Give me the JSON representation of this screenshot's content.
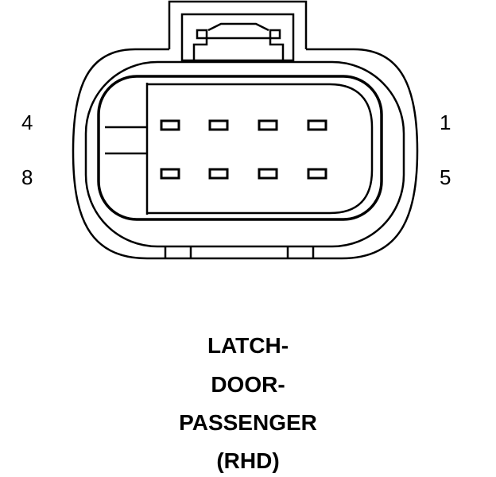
{
  "connector": {
    "pin_labels": {
      "top_left": "4",
      "bottom_left": "8",
      "top_right": "1",
      "bottom_right": "5"
    },
    "cavity_count": 8,
    "cavity_rows": 2,
    "cavity_columns": 4
  },
  "caption": {
    "line1": "LATCH-",
    "line2": "DOOR-",
    "line3": "PASSENGER",
    "line4": "(RHD)"
  },
  "colors": {
    "stroke": "#000000",
    "background": "#ffffff"
  }
}
